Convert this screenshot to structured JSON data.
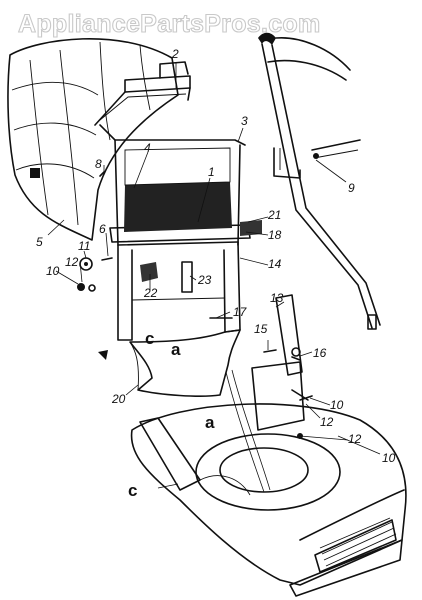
{
  "watermark": "AppliancePartsPros.com",
  "callouts": [
    {
      "id": "1",
      "text": "1"
    },
    {
      "id": "2",
      "text": "2"
    },
    {
      "id": "3",
      "text": "3"
    },
    {
      "id": "4",
      "text": "4"
    },
    {
      "id": "5",
      "text": "5"
    },
    {
      "id": "6",
      "text": "6"
    },
    {
      "id": "8",
      "text": "8"
    },
    {
      "id": "9",
      "text": "9"
    },
    {
      "id": "10a",
      "text": "10"
    },
    {
      "id": "10b",
      "text": "10"
    },
    {
      "id": "10c",
      "text": "10"
    },
    {
      "id": "11",
      "text": "11"
    },
    {
      "id": "12a",
      "text": "12"
    },
    {
      "id": "12b",
      "text": "12"
    },
    {
      "id": "12c",
      "text": "12"
    },
    {
      "id": "13",
      "text": "13"
    },
    {
      "id": "14",
      "text": "14"
    },
    {
      "id": "15",
      "text": "15"
    },
    {
      "id": "16",
      "text": "16"
    },
    {
      "id": "17",
      "text": "17"
    },
    {
      "id": "18",
      "text": "18"
    },
    {
      "id": "20",
      "text": "20"
    },
    {
      "id": "21",
      "text": "21"
    },
    {
      "id": "22",
      "text": "22"
    },
    {
      "id": "23",
      "text": "23"
    }
  ],
  "letters": [
    {
      "id": "c1",
      "text": "c"
    },
    {
      "id": "a1",
      "text": "a"
    },
    {
      "id": "a2",
      "text": "a"
    },
    {
      "id": "c2",
      "text": "c"
    }
  ]
}
